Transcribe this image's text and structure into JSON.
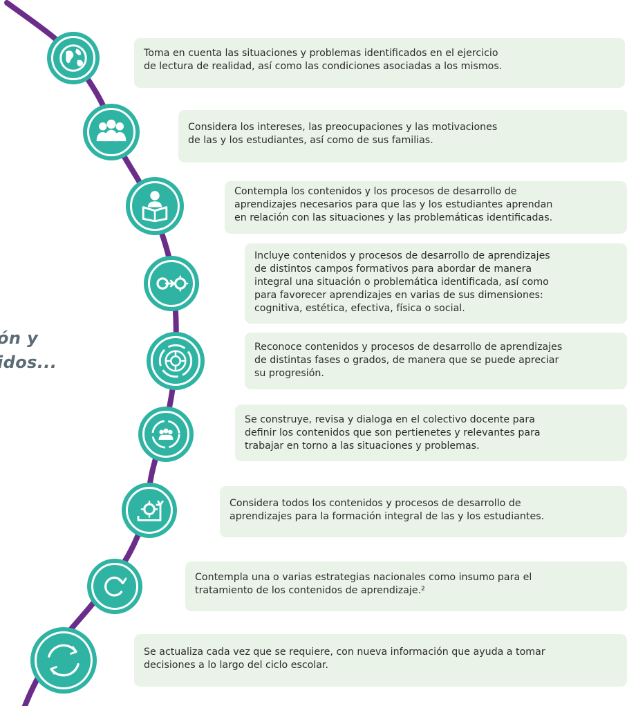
{
  "side_title": {
    "line1": "ón y",
    "line2": "idos..."
  },
  "colors": {
    "curve": "#6b2d8a",
    "node": "#2fb3a3",
    "card": "#e9f3e7",
    "side_title": "#5b6b74"
  },
  "items": [
    {
      "icon": "globe-icon",
      "lines": [
        "Toma en cuenta las situaciones y problemas identificados en el ejercicio",
        "de lectura de realidad, así como las condiciones asociadas a los mismos."
      ]
    },
    {
      "icon": "people-group-icon",
      "lines": [
        "Considera los intereses, las preocupaciones y las motivaciones",
        "de las y los estudiantes, así como de sus familias."
      ]
    },
    {
      "icon": "student-reading-icon",
      "lines": [
        "Contempla los contenidos y los procesos de desarrollo de",
        "aprendizajes necesarios para que las y los estudiantes aprendan",
        "en relación con las situaciones y las problemáticas identificadas."
      ]
    },
    {
      "icon": "gear-arrow-icon",
      "lines": [
        "Incluye contenidos y procesos de desarrollo de aprendizajes",
        "de distintos campos formativos para abordar de manera",
        "integral una situación o problemática identificada, así como",
        "para favorecer aprendizajes en varias de sus dimensiones:",
        "cognitiva, estética, efectiva, física o social."
      ]
    },
    {
      "icon": "gear-cycle-icon",
      "lines": [
        "Reconoce contenidos y procesos de desarrollo de aprendizajes",
        "de distintas fases o grados, de manera que se puede apreciar",
        "su progresión."
      ]
    },
    {
      "icon": "people-cycle-icon",
      "lines": [
        "Se construye, revisa y dialoga en el colectivo docente para",
        "definir los contenidos que son pertienetes y relevantes para",
        "trabajar en torno a las situaciones y problemas."
      ]
    },
    {
      "icon": "gear-loop-icon",
      "lines": [
        "Considera todos los contenidos y procesos de desarrollo de",
        "aprendizajes para la formación integral de las y los estudiantes."
      ]
    },
    {
      "icon": "refresh-small-icon",
      "lines": [
        "Contempla una o varias estrategias nacionales como insumo para el",
        "tratamiento de los contenidos de aprendizaje.²"
      ]
    },
    {
      "icon": "refresh-large-icon",
      "lines": [
        "Se actualiza cada vez que se requiere, con nueva información que ayuda a tomar",
        "decisiones a lo largo del ciclo escolar."
      ]
    }
  ]
}
